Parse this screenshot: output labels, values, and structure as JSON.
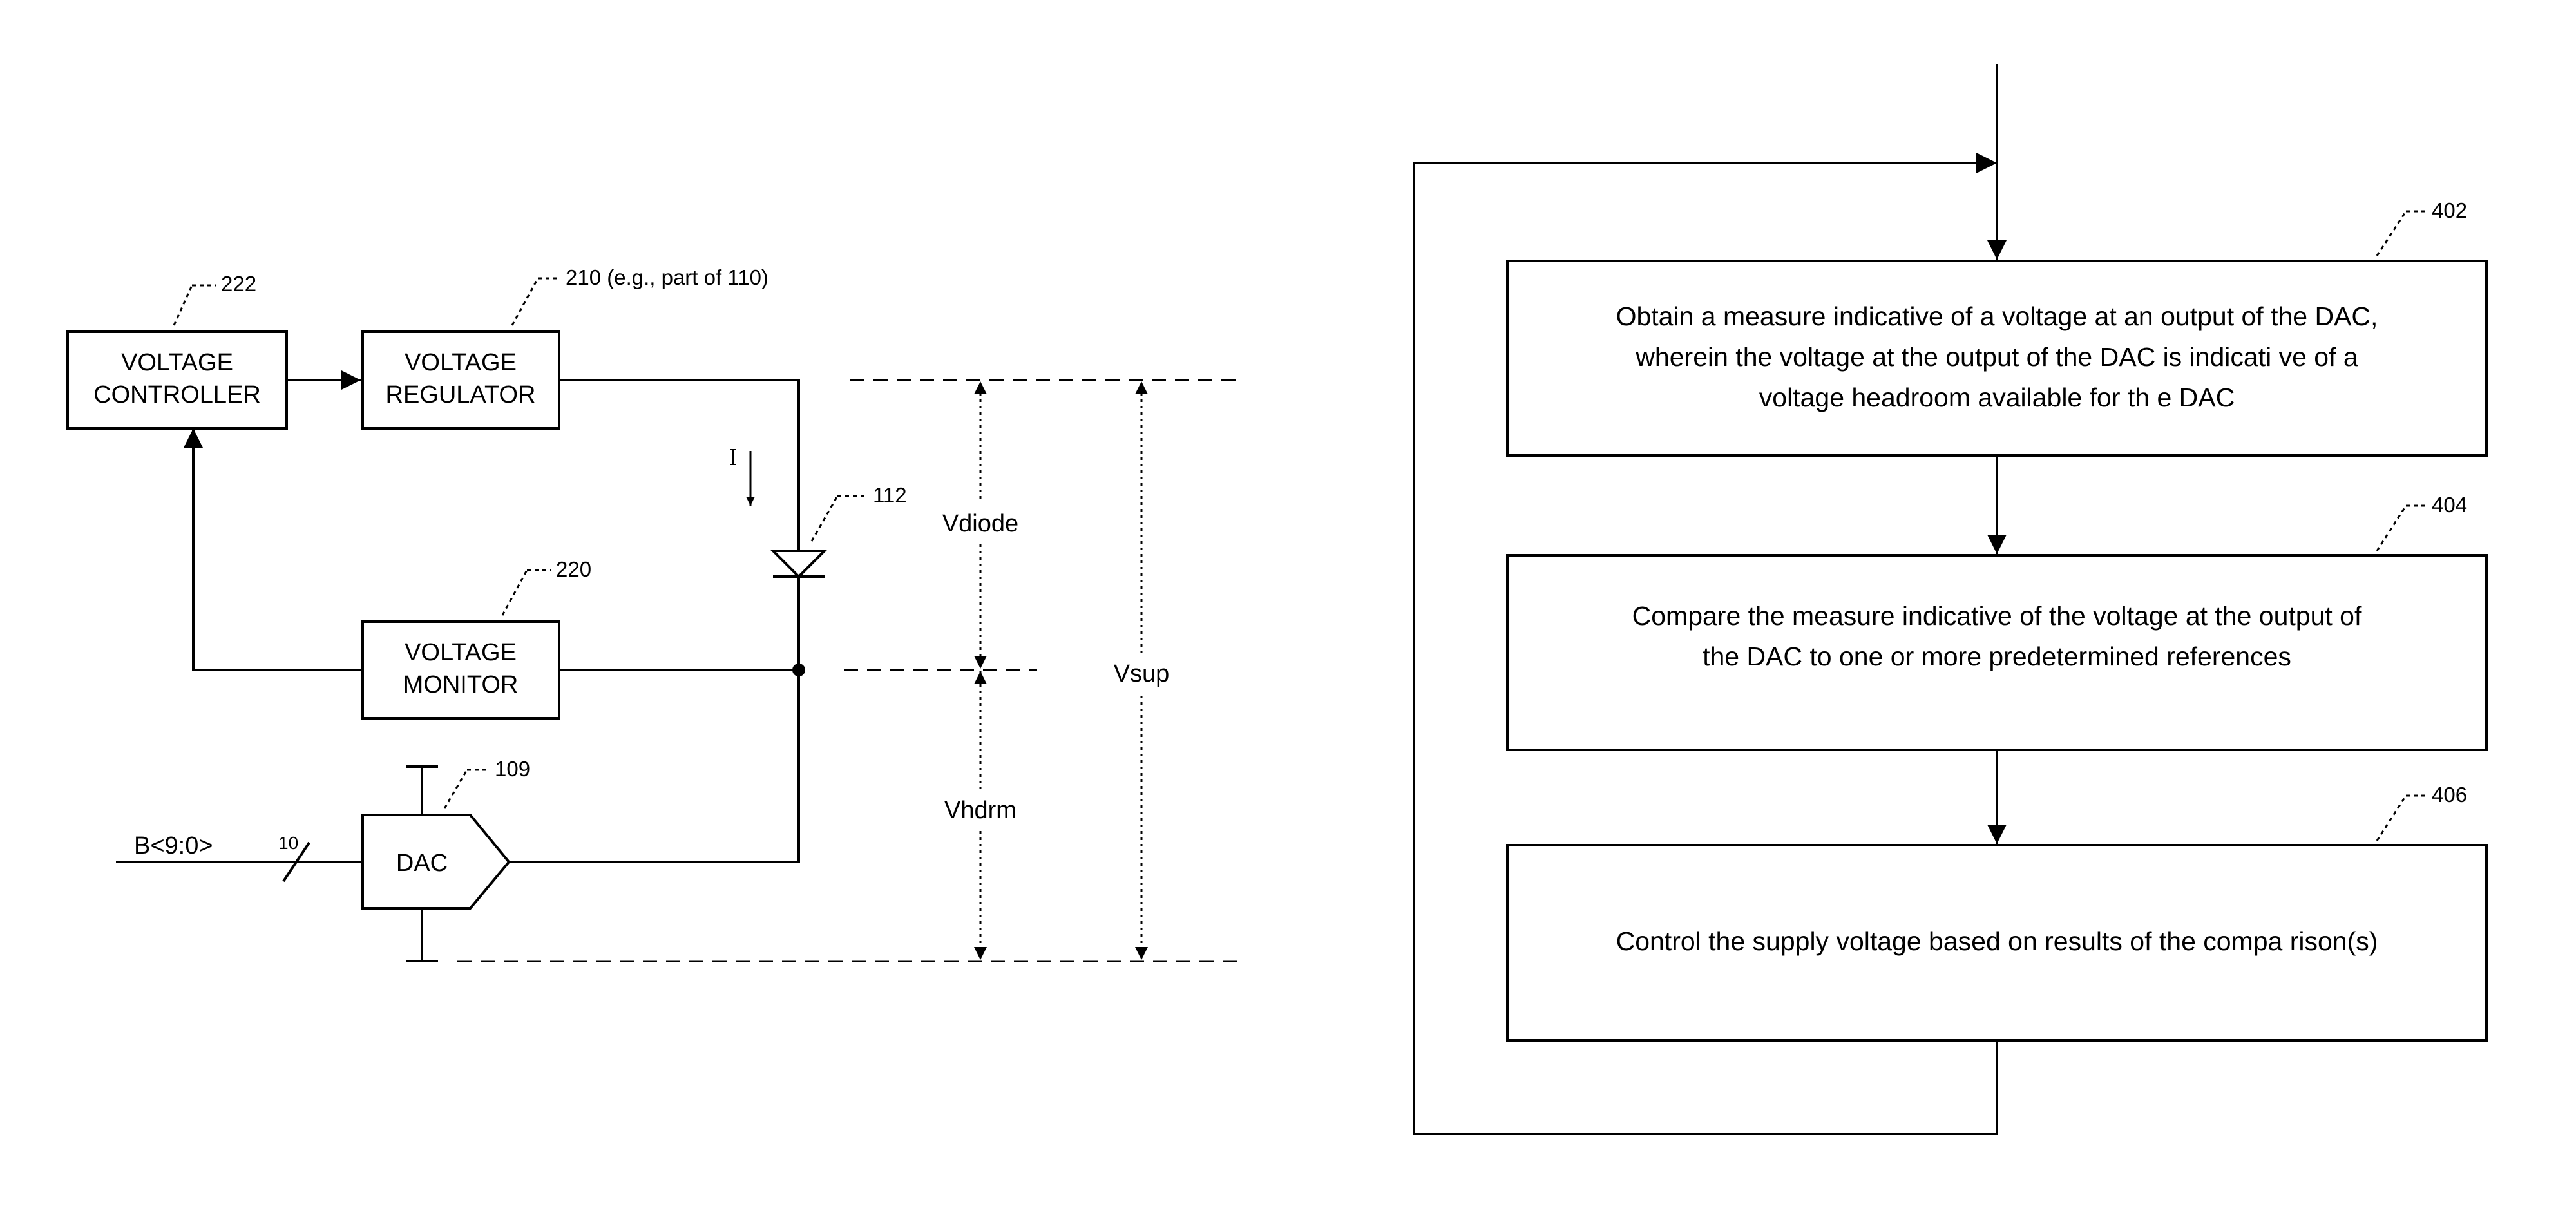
{
  "circuit": {
    "voltage_controller": {
      "line1": "VOLTAGE",
      "line2": "CONTROLLER",
      "ref": "222"
    },
    "voltage_regulator": {
      "line1": "VOLTAGE",
      "line2": "REGULATOR",
      "ref": "210 (e.g., part of 110)"
    },
    "voltage_monitor": {
      "line1": "VOLTAGE",
      "line2": "MONITOR",
      "ref": "220"
    },
    "dac": {
      "label": "DAC",
      "ref": "109"
    },
    "diode_ref": "112",
    "current_label": "I",
    "bus_label": "B<9:0>",
    "bus_width": "10",
    "v_diode": "Vdiode",
    "v_hdrm": "Vhdrm",
    "v_sup": "Vsup"
  },
  "flowchart": {
    "steps": [
      {
        "ref": "402",
        "lines": [
          "Obtain a measure indicative of a voltage at an output of the  DAC,",
          "wherein the voltage at the output of the DAC is indicati ve of a",
          "voltage headroom available for th e DAC"
        ]
      },
      {
        "ref": "404",
        "lines": [
          "Compare the measure indicative of the voltage at the output  of",
          "the DAC to one or more predetermined references"
        ]
      },
      {
        "ref": "406",
        "lines": [
          "Control the supply voltage based on results of the compa rison(s)"
        ]
      }
    ]
  }
}
